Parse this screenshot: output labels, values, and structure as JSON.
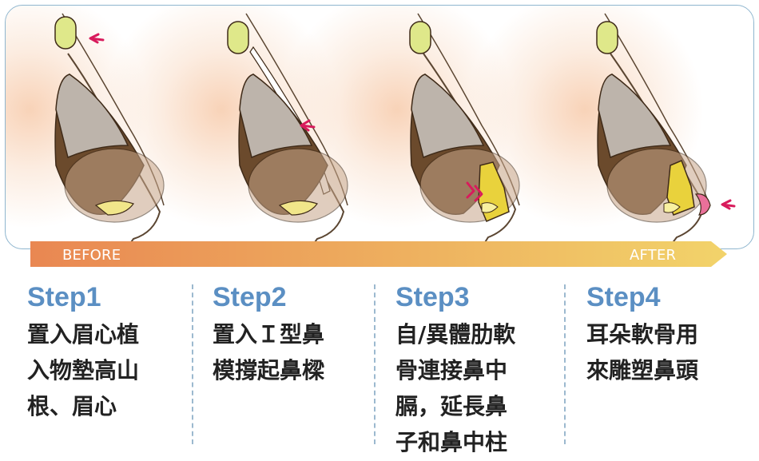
{
  "progress_bar": {
    "start_label": "BEFORE",
    "end_label": "AFTER",
    "color_start": "#e98752",
    "color_end": "#f2d36a"
  },
  "colors": {
    "step_title": "#5b8fc3",
    "panel_border": "#8fb6cf",
    "marker_arrow": "#d81b5c",
    "implant": "#e9d23c",
    "cartilage_pink": "#e9709a",
    "bone": "#bdb4ab",
    "tissue_dark": "#6b4a2c"
  },
  "steps": [
    {
      "title": "Step1",
      "description": "置入眉心植\n入物墊高山\n根、眉心"
    },
    {
      "title": "Step2",
      "description": "置入Ｉ型鼻\n模撐起鼻樑"
    },
    {
      "title": "Step3",
      "description": "自/異體肋軟\n骨連接鼻中\n膈，延長鼻\n子和鼻中柱"
    },
    {
      "title": "Step4",
      "description": "耳朵軟骨用\n來雕塑鼻頭"
    }
  ]
}
